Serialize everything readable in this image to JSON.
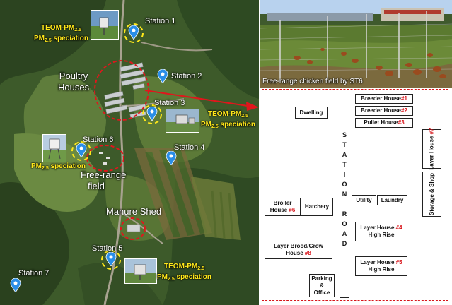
{
  "map": {
    "stations": [
      {
        "label": "Station 1"
      },
      {
        "label": "Station 2"
      },
      {
        "label": "Station 3"
      },
      {
        "label": "Station 4"
      },
      {
        "label": "Station 5"
      },
      {
        "label": "Station 6"
      },
      {
        "label": "Station 7"
      }
    ],
    "areas": {
      "poultry_houses": [
        "Poultry",
        "Houses"
      ],
      "free_range": [
        "Free-range",
        "field"
      ],
      "manure_shed": "Manure Shed"
    },
    "teom_labels": {
      "st1": {
        "line1": "TEOM-PM",
        "sub1": "2.5",
        "line2": "PM",
        "sub2": "2.5",
        "tail": " speciation"
      },
      "st3": {
        "line1": "TEOM-PM",
        "sub1": "2.5",
        "line2": "PM",
        "sub2": "2.5",
        "tail": " speciation"
      },
      "st5": {
        "line1": "TEOM-PM",
        "sub1": "2.5",
        "line2": "PM",
        "sub2": "2.5",
        "tail": " speciation"
      },
      "st6": {
        "line2": "PM",
        "sub2": "2.5",
        "tail": " speciation"
      }
    },
    "colors": {
      "halo": "#ffe81a",
      "highlight": "#e0161c",
      "pin": "#2a8ee8"
    }
  },
  "photo": {
    "caption": "Free-range chicken field by ST6"
  },
  "layout": {
    "road_letters": [
      "S",
      "T",
      "A",
      "T",
      "I",
      "O",
      "N",
      "R",
      "O",
      "A",
      "D"
    ],
    "buildings": {
      "dwelling": "Dwelling",
      "breeder1": {
        "name": "Breeder House ",
        "num": "#1"
      },
      "breeder2": {
        "name": "Breeder House ",
        "num": "#2"
      },
      "pullet3": {
        "name": "Pullet House ",
        "num": "#3"
      },
      "layer7": {
        "name": "Layer House ",
        "num": "#7"
      },
      "storage": "Storage & Shop",
      "utility": "Utility",
      "laundry": "Laundry",
      "broiler": {
        "line1": "Broiler",
        "line2": "House ",
        "num": "#6"
      },
      "hatchery": "Hatchery",
      "layer4": {
        "line1": "Layer House ",
        "num": "#4",
        "line2": "High Rise"
      },
      "brood8": {
        "line1": "Layer Brood/Grow",
        "line2": "House ",
        "num": "#8"
      },
      "layer5": {
        "line1": "Layer House ",
        "num": "#5",
        "line2": "High Rise"
      },
      "parking": [
        "Parking",
        "&",
        "Office"
      ]
    }
  }
}
